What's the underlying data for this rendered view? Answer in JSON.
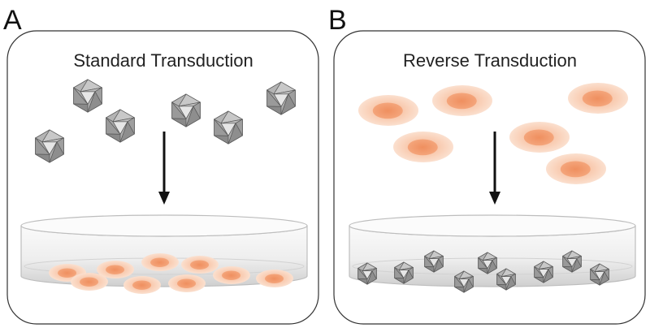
{
  "panels": [
    {
      "letter": "A",
      "title": "Standard Transduction",
      "above": "virus",
      "in_dish": "cell"
    },
    {
      "letter": "B",
      "title": "Reverse Transduction",
      "above": "cell",
      "in_dish": "virus"
    }
  ],
  "colors": {
    "cell_outer": "#f7c9ad",
    "cell_inner": "#f19a6d",
    "virus_light": "#d4d4d4",
    "virus_dark": "#8a8a8a",
    "virus_stroke": "#5a5a5a",
    "dish_stroke": "#bdbdbd",
    "panel_stroke": "#333333",
    "arrow": "#111111"
  }
}
